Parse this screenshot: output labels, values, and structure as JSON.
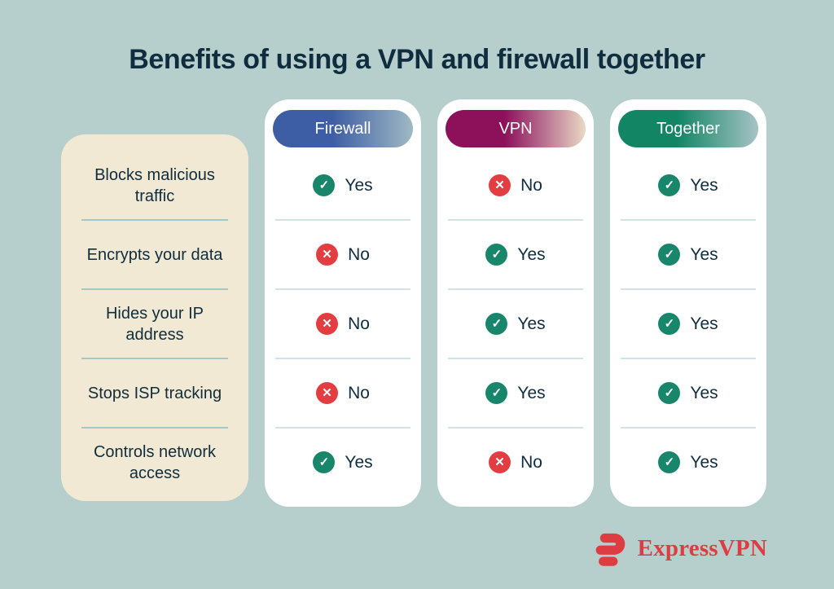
{
  "title": "Benefits of using a VPN and firewall together",
  "chart_data": {
    "type": "table",
    "title": "Benefits of using a VPN and firewall together",
    "row_labels": [
      "Blocks malicious traffic",
      "Encrypts your data",
      "Hides your IP address",
      "Stops ISP tracking",
      "Controls network access"
    ],
    "columns": [
      {
        "label": "Firewall",
        "theme": "firewall",
        "values": [
          "yes",
          "no",
          "no",
          "no",
          "yes"
        ]
      },
      {
        "label": "VPN",
        "theme": "vpn",
        "values": [
          "no",
          "yes",
          "yes",
          "yes",
          "no"
        ]
      },
      {
        "label": "Together",
        "theme": "together",
        "values": [
          "yes",
          "yes",
          "yes",
          "yes",
          "yes"
        ]
      }
    ]
  },
  "value_display": {
    "yes": {
      "label": "Yes",
      "glyph": "✓",
      "icon": "check-icon"
    },
    "no": {
      "label": "No",
      "glyph": "✕",
      "icon": "cross-icon"
    }
  },
  "brand": {
    "name": "ExpressVPN",
    "logo_icon": "expressvpn-logo-icon"
  },
  "colors": {
    "background": "#b6cfcc",
    "title_text": "#0f2d3e",
    "panel_bg": "#f1e9d3",
    "card_bg": "#ffffff",
    "panel_divider": "#a5c7c8",
    "card_divider": "#d3e3e3",
    "yes_green": "#17866b",
    "no_red": "#e23e41",
    "brand_red": "#dd3d42",
    "pill_firewall_start": "#3d5da4",
    "pill_firewall_end": "#9fb9c3",
    "pill_vpn_start": "#8c115a",
    "pill_vpn_mid": "#c2849b",
    "pill_vpn_end": "#e9d9c4",
    "pill_together_start": "#128565",
    "pill_together_end": "#a6c3c5"
  }
}
